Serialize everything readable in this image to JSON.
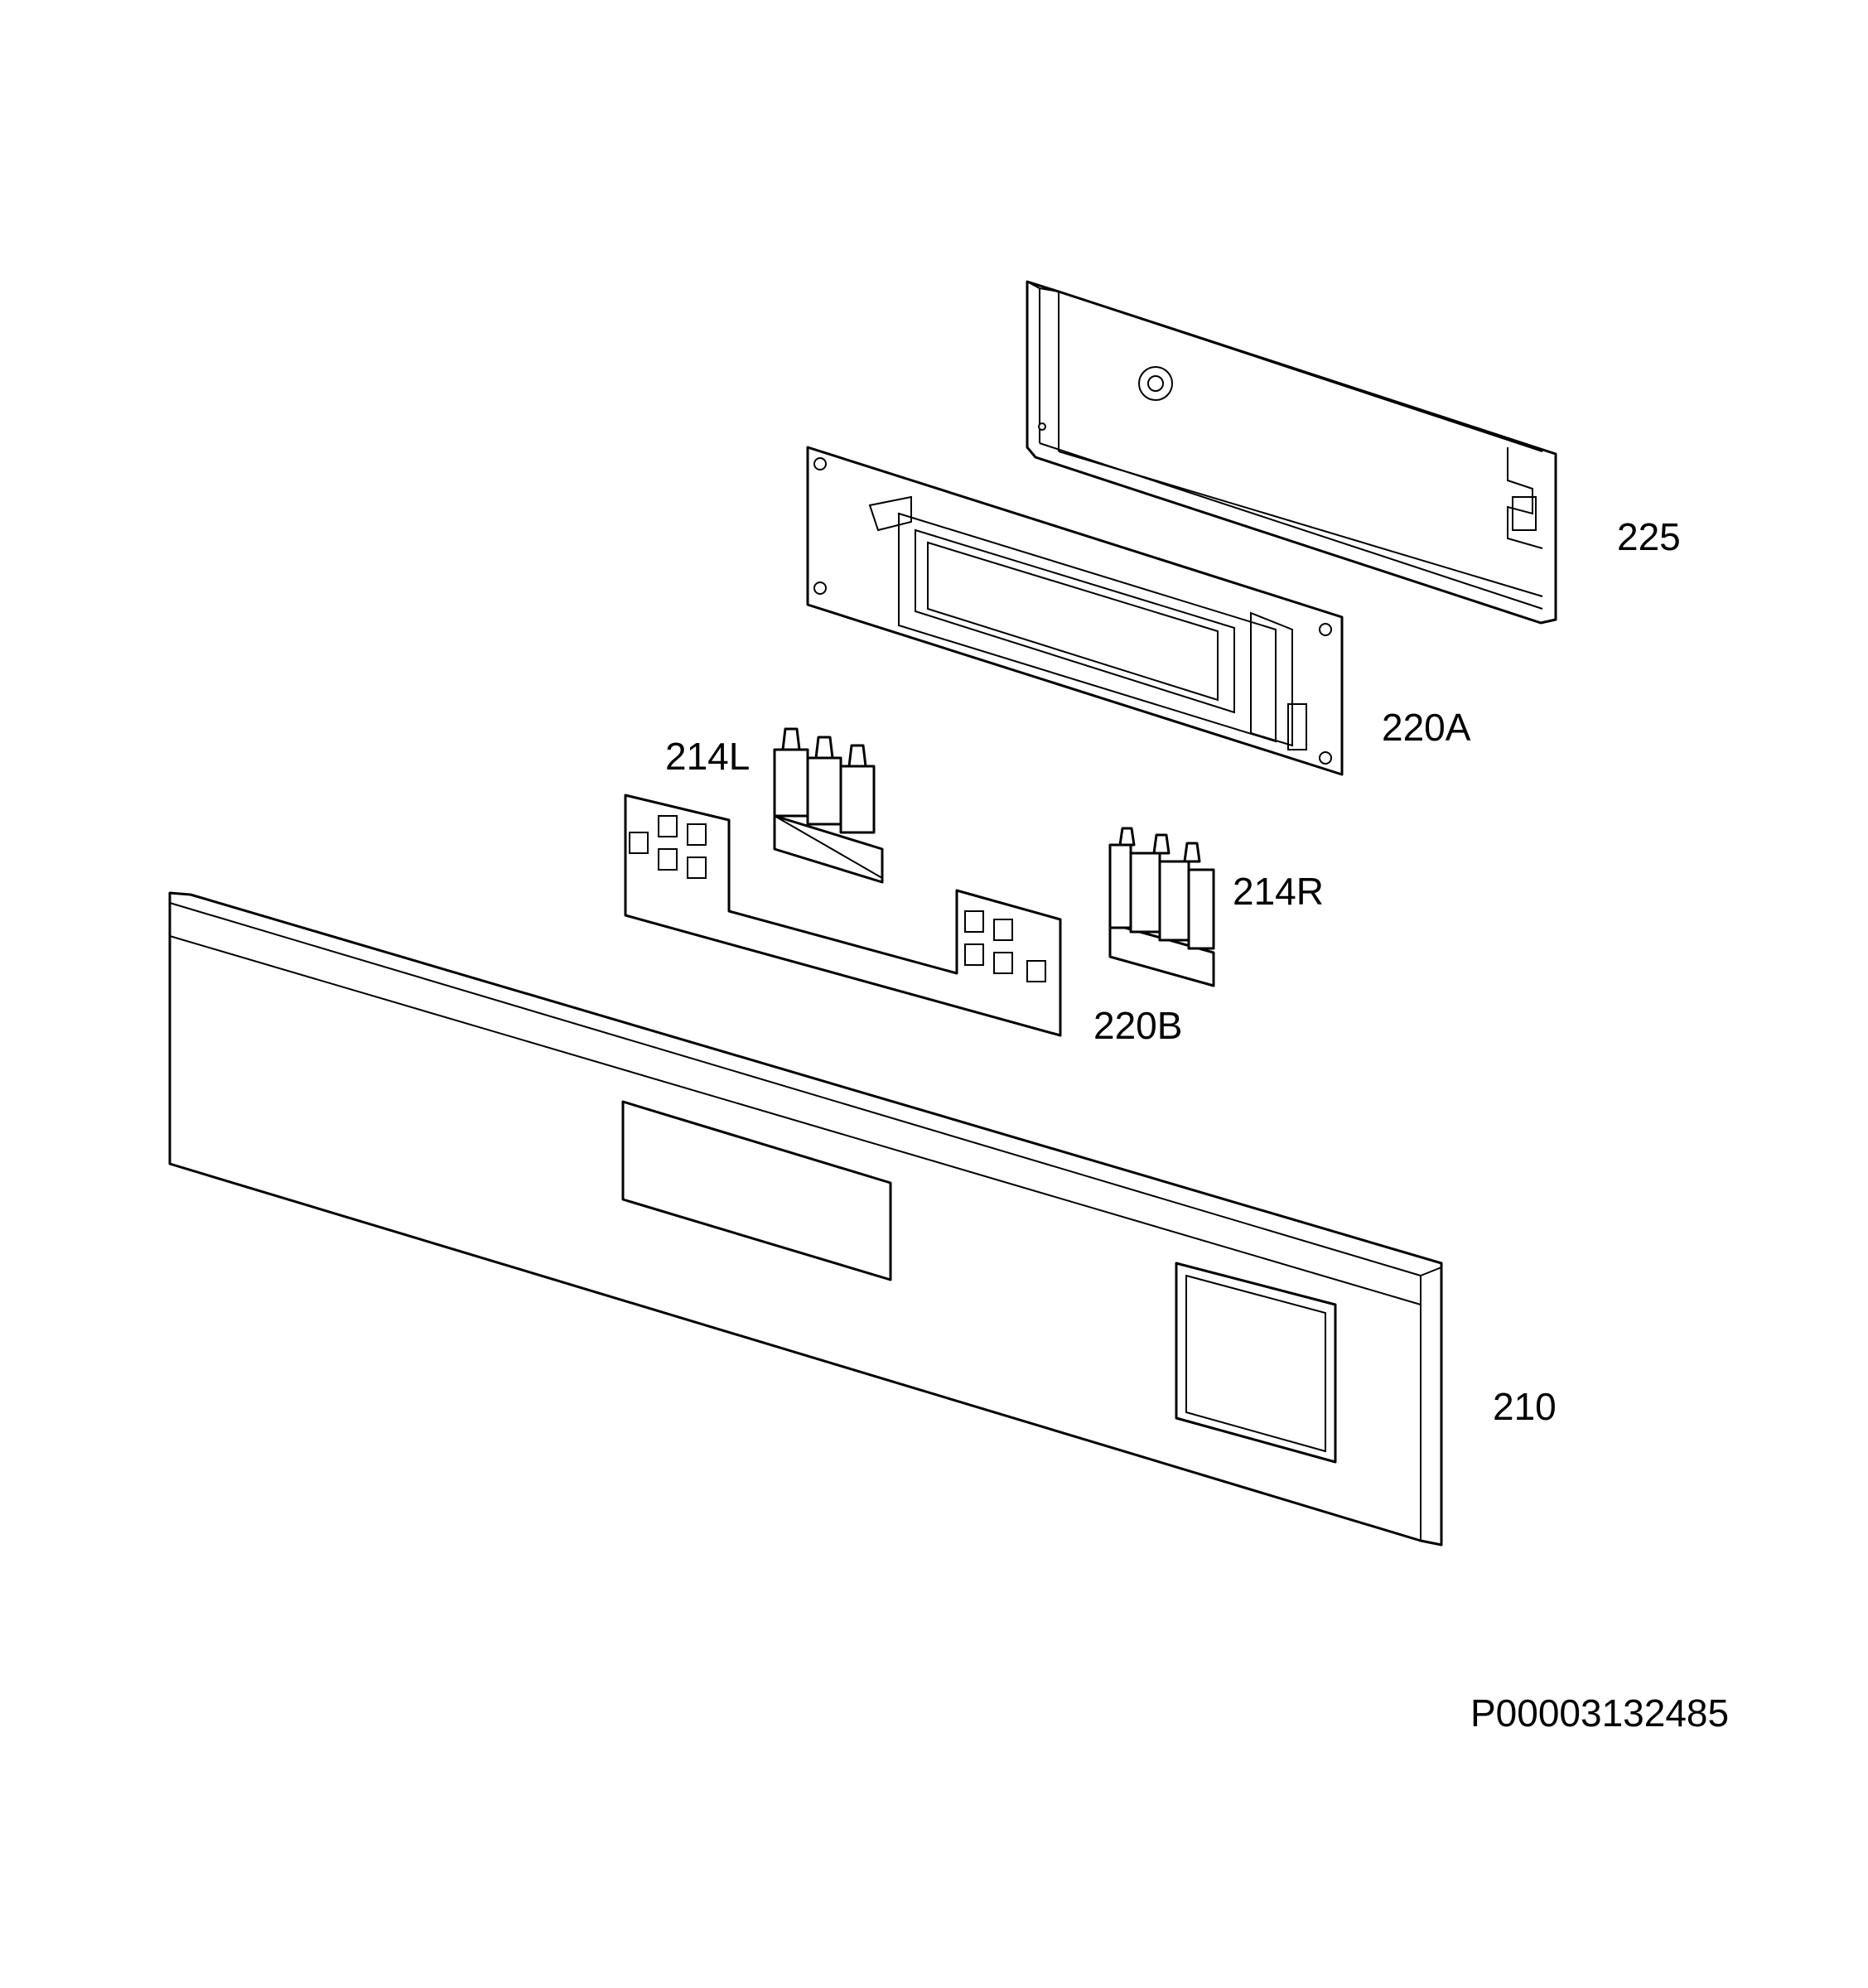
{
  "diagram": {
    "parts": [
      {
        "id": "225",
        "label": "225"
      },
      {
        "id": "220A",
        "label": "220A"
      },
      {
        "id": "214L",
        "label": "214L"
      },
      {
        "id": "214R",
        "label": "214R"
      },
      {
        "id": "220B",
        "label": "220B"
      },
      {
        "id": "210",
        "label": "210"
      }
    ],
    "drawing_number": "P00003132485"
  }
}
